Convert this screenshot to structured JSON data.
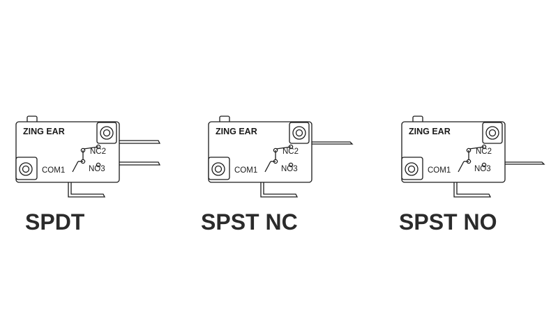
{
  "switches": [
    {
      "brand": "ZING EAR",
      "com_label": "COM1",
      "nc_label": "NC2",
      "no_label": "NO3",
      "caption": "SPDT",
      "nc_terminal": true,
      "no_terminal": true
    },
    {
      "brand": "ZING EAR",
      "com_label": "COM1",
      "nc_label": "NC2",
      "no_label": "NO3",
      "caption": "SPST NC",
      "nc_terminal": true,
      "no_terminal": false
    },
    {
      "brand": "ZING EAR",
      "com_label": "COM1",
      "nc_label": "NC2",
      "no_label": "NO3",
      "caption": "SPST NO",
      "nc_terminal": false,
      "no_terminal": true
    }
  ]
}
